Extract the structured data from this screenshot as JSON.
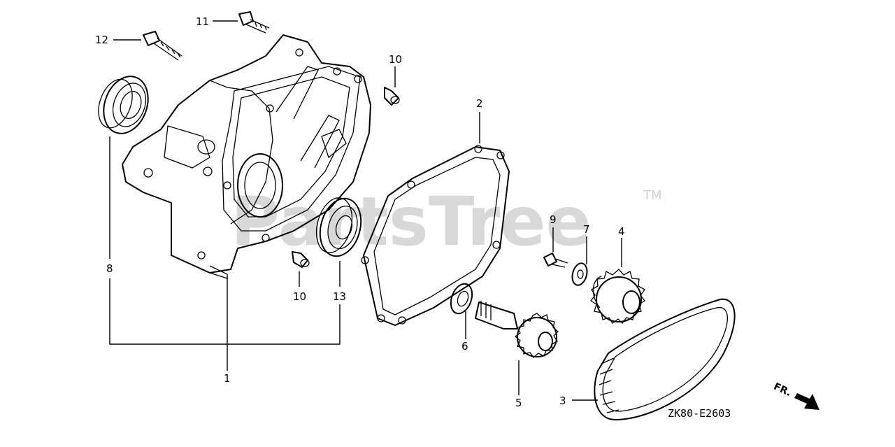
{
  "watermark": {
    "text": "PartsTree",
    "trademark": "TM"
  },
  "diagram_code": "ZK80-E2603",
  "direction_label": "FR.",
  "callouts": [
    {
      "id": "c1",
      "number": "1"
    },
    {
      "id": "c2",
      "number": "2"
    },
    {
      "id": "c3",
      "number": "3"
    },
    {
      "id": "c4",
      "number": "4"
    },
    {
      "id": "c5",
      "number": "5"
    },
    {
      "id": "c6",
      "number": "6"
    },
    {
      "id": "c7",
      "number": "7"
    },
    {
      "id": "c8",
      "number": "8"
    },
    {
      "id": "c9",
      "number": "9"
    },
    {
      "id": "c10a",
      "number": "10"
    },
    {
      "id": "c10b",
      "number": "10"
    },
    {
      "id": "c11",
      "number": "11"
    },
    {
      "id": "c12",
      "number": "12"
    },
    {
      "id": "c13",
      "number": "13"
    }
  ]
}
